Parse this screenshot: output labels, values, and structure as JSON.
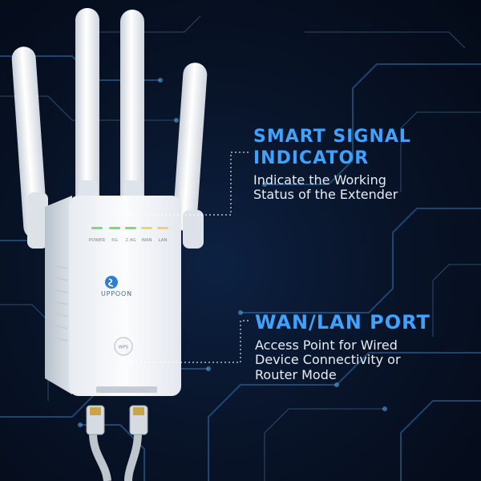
{
  "device": {
    "brand": "UPPOON",
    "indicators": [
      "POWER",
      "5G",
      "2.4G",
      "WAN",
      "LAN"
    ],
    "wps_label": "WPS"
  },
  "features": [
    {
      "headline_lines": [
        "SMART SIGNAL",
        "INDICATOR"
      ],
      "description_lines": [
        "Indicate the Working",
        "Status of the Extender"
      ]
    },
    {
      "headline_lines": [
        "WAN/LAN PORT"
      ],
      "description_lines": [
        "Access Point for Wired",
        "Device Connectivity or",
        "Router Mode"
      ]
    }
  ],
  "colors": {
    "accent": "#3fa2ff",
    "background": "#07122a",
    "text": "#e6edf7",
    "device": "#f1f4f8",
    "circuit": "#3b84c9"
  }
}
